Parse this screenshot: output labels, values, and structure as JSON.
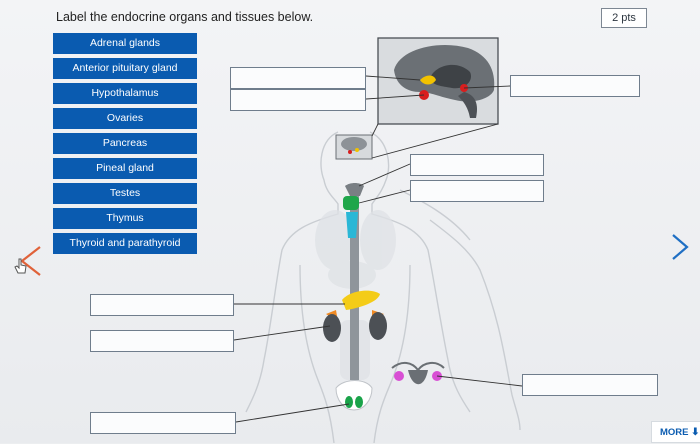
{
  "instruction": "Label the endocrine organs and tissues below.",
  "points": "2 pts",
  "word_bank": [
    "Adrenal glands",
    "Anterior pituitary gland",
    "Hypothalamus",
    "Ovaries",
    "Pancreas",
    "Pineal gland",
    "Testes",
    "Thymus",
    "Thyroid and parathyroid"
  ],
  "more_label": "MORE",
  "icons": {
    "prev": "chevron-left-icon",
    "next": "chevron-right-icon",
    "cursor": "hand-pointer-icon",
    "more": "arrow-down-icon"
  },
  "colors": {
    "chip": "#0a5bb0",
    "pineal": "#f2c200",
    "pituitary": "#d81e1e",
    "thyroid": "#1fa64a",
    "thymus": "#2ab7d6",
    "pancreas": "#f4cc18",
    "adrenal": "#f08a24",
    "ovaries": "#d84fd4",
    "testes": "#1aa34a",
    "prev_arrow": "#e0623a",
    "next_arrow": "#1f6fc4"
  }
}
